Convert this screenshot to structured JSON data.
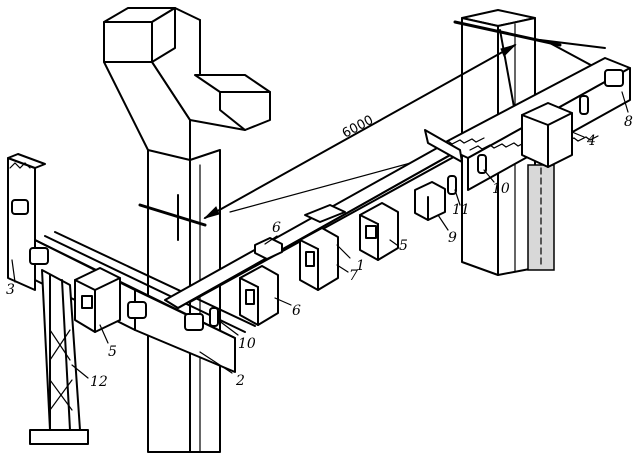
{
  "figure": {
    "dimension_label": "6000",
    "callouts": [
      {
        "id": "c1",
        "text": "1"
      },
      {
        "id": "c2",
        "text": "2"
      },
      {
        "id": "c3",
        "text": "3"
      },
      {
        "id": "c4",
        "text": "4"
      },
      {
        "id": "c5a",
        "text": "5"
      },
      {
        "id": "c5b",
        "text": "5"
      },
      {
        "id": "c6a",
        "text": "6"
      },
      {
        "id": "c6b",
        "text": "6"
      },
      {
        "id": "c7",
        "text": "7"
      },
      {
        "id": "c8",
        "text": "8"
      },
      {
        "id": "c9",
        "text": "9"
      },
      {
        "id": "c10a",
        "text": "10"
      },
      {
        "id": "c10b",
        "text": "10"
      },
      {
        "id": "c11",
        "text": "11"
      },
      {
        "id": "c12",
        "text": "12"
      }
    ]
  }
}
